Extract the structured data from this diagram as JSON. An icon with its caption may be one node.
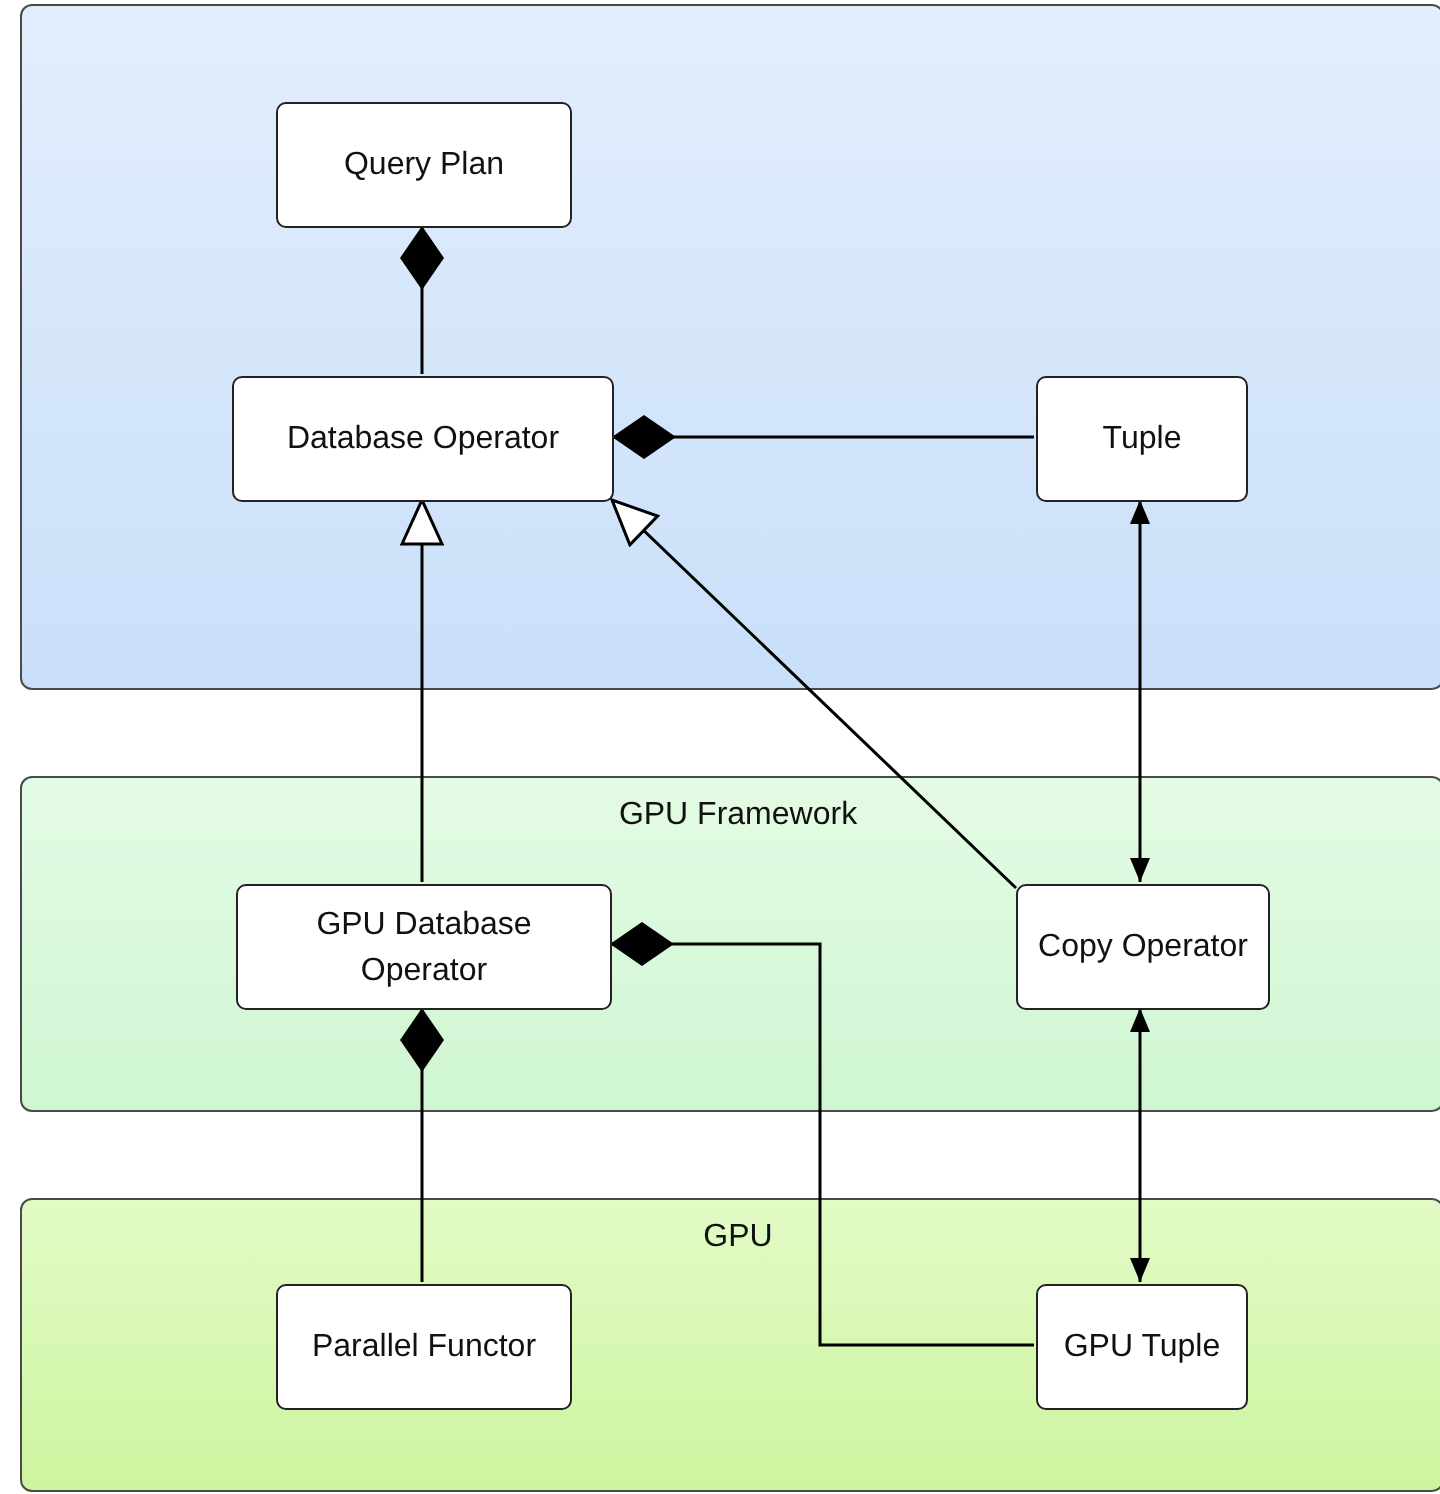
{
  "diagram": {
    "nodes": [
      {
        "text": [],
        "shape": "box"
      },
      {
        "text": [
          "Query Plan"
        ],
        "in": 0
      },
      {
        "text": [
          "Database Operator"
        ],
        "in": 0
      },
      {
        "text": [
          "Tuple"
        ],
        "in": 0
      },
      {
        "text": [
          "GPU Framework"
        ]
      },
      {
        "text": [
          "GPU Database Operator"
        ],
        "in": 4
      },
      {
        "text": [
          "Copy Operator"
        ],
        "in": 4
      },
      {
        "text": [
          "GPU"
        ]
      },
      {
        "text": [
          "Parallel Functor"
        ],
        "in": 7
      },
      {
        "text": [
          "GPU Tuple"
        ],
        "in": 7
      }
    ],
    "edges": [
      {
        "from": 1,
        "to": 2,
        "arrow": "other"
      },
      {
        "from": 2,
        "to": 3,
        "arrow": "other"
      },
      {
        "from": 5,
        "to": 2,
        "arrow": "to"
      },
      {
        "from": 6,
        "to": 2,
        "arrow": "to"
      },
      {
        "from": 3,
        "to": 6,
        "arrow": "both"
      },
      {
        "from": 6,
        "to": 9,
        "arrow": "both"
      },
      {
        "from": 5,
        "to": 8,
        "arrow": "other"
      },
      {
        "from": 5,
        "to": 9,
        "arrow": "other"
      }
    ]
  }
}
